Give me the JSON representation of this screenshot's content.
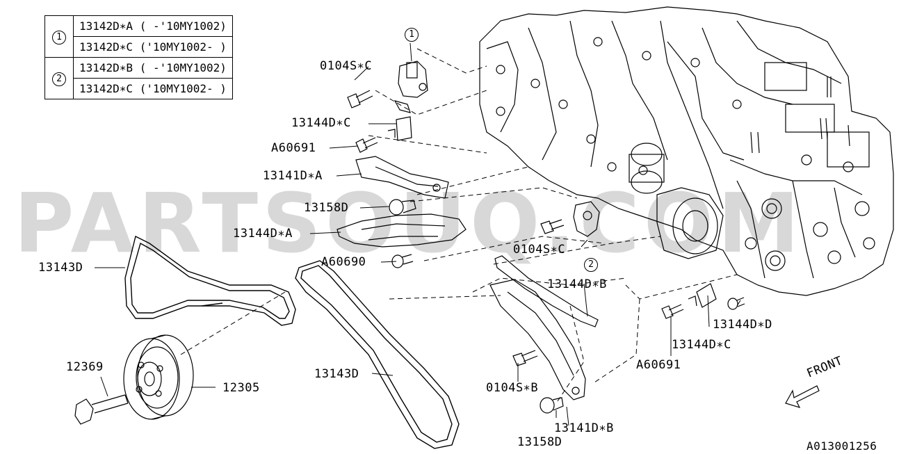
{
  "legend": [
    {
      "num": "1",
      "rows": [
        "13142D∗A ( -'10MY1002)",
        "13142D∗C ('10MY1002- )"
      ]
    },
    {
      "num": "2",
      "rows": [
        "13142D∗B ( -'10MY1002)",
        "13142D∗C ('10MY1002- )"
      ]
    }
  ],
  "markers": {
    "m1": "1",
    "m2": "2"
  },
  "labels": {
    "bolt_0104s_c_top": "0104S∗C",
    "guide_13144d_c_top": "13144D∗C",
    "bolt_a60691_top": "A60691",
    "guide_13141d_a": "13141D∗A",
    "idler_13158d_top": "13158D",
    "guide_13144d_a": "13144D∗A",
    "bolt_a60690": "A60690",
    "bolt_0104s_c_mid": "0104S∗C",
    "belt_13143d_left": "13143D",
    "guide_13144d_b": "13144D∗B",
    "guide_13144d_d": "13144D∗D",
    "guide_13144d_c_right": "13144D∗C",
    "bolt_a60691_right": "A60691",
    "bolt_12369": "12369",
    "pulley_12305": "12305",
    "belt_13143d_right": "13143D",
    "bolt_0104s_b": "0104S∗B",
    "guide_13141d_b": "13141D∗B",
    "idler_13158d_bottom": "13158D",
    "front_arrow": "FRONT",
    "diagram_code": "A013001256"
  },
  "watermark": "PARTSOUQ.COM"
}
